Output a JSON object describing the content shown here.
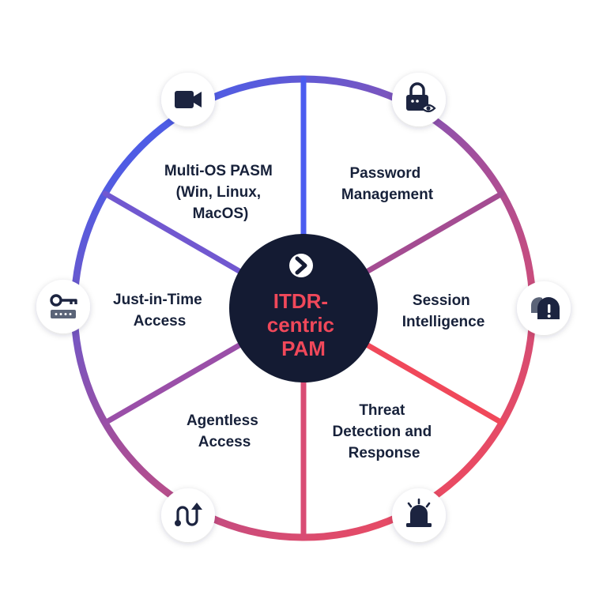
{
  "center": {
    "title_lines": [
      "ITDR-",
      "centric",
      "PAM"
    ],
    "logo_icon": "chevron-right-logo-icon"
  },
  "segments": [
    {
      "id": "password-management",
      "lines": [
        "Password",
        "Management"
      ],
      "icon": "lock-eye-icon"
    },
    {
      "id": "session-intelligence",
      "lines": [
        "Session",
        "Intelligence"
      ],
      "icon": "alert-chat-icon"
    },
    {
      "id": "threat-detection",
      "lines": [
        "Threat",
        "Detection and",
        "Response"
      ],
      "icon": "siren-icon"
    },
    {
      "id": "agentless-access",
      "lines": [
        "Agentless",
        "Access"
      ],
      "icon": "route-arrow-icon"
    },
    {
      "id": "just-in-time-access",
      "lines": [
        "Just-in-Time",
        "Access"
      ],
      "icon": "key-password-icon"
    },
    {
      "id": "multi-os-pasm",
      "lines": [
        "Multi-OS PASM",
        "(Win, Linux,",
        "MacOS)"
      ],
      "icon": "video-camera-icon"
    }
  ],
  "colors": {
    "ring_blue": "#3f5ff2",
    "ring_purple": "#9a4fa8",
    "ring_red": "#f24a5c",
    "center_bg": "#141b33",
    "center_text": "#f0485a",
    "label_text": "#17213a",
    "icon_dark": "#1c2440"
  }
}
